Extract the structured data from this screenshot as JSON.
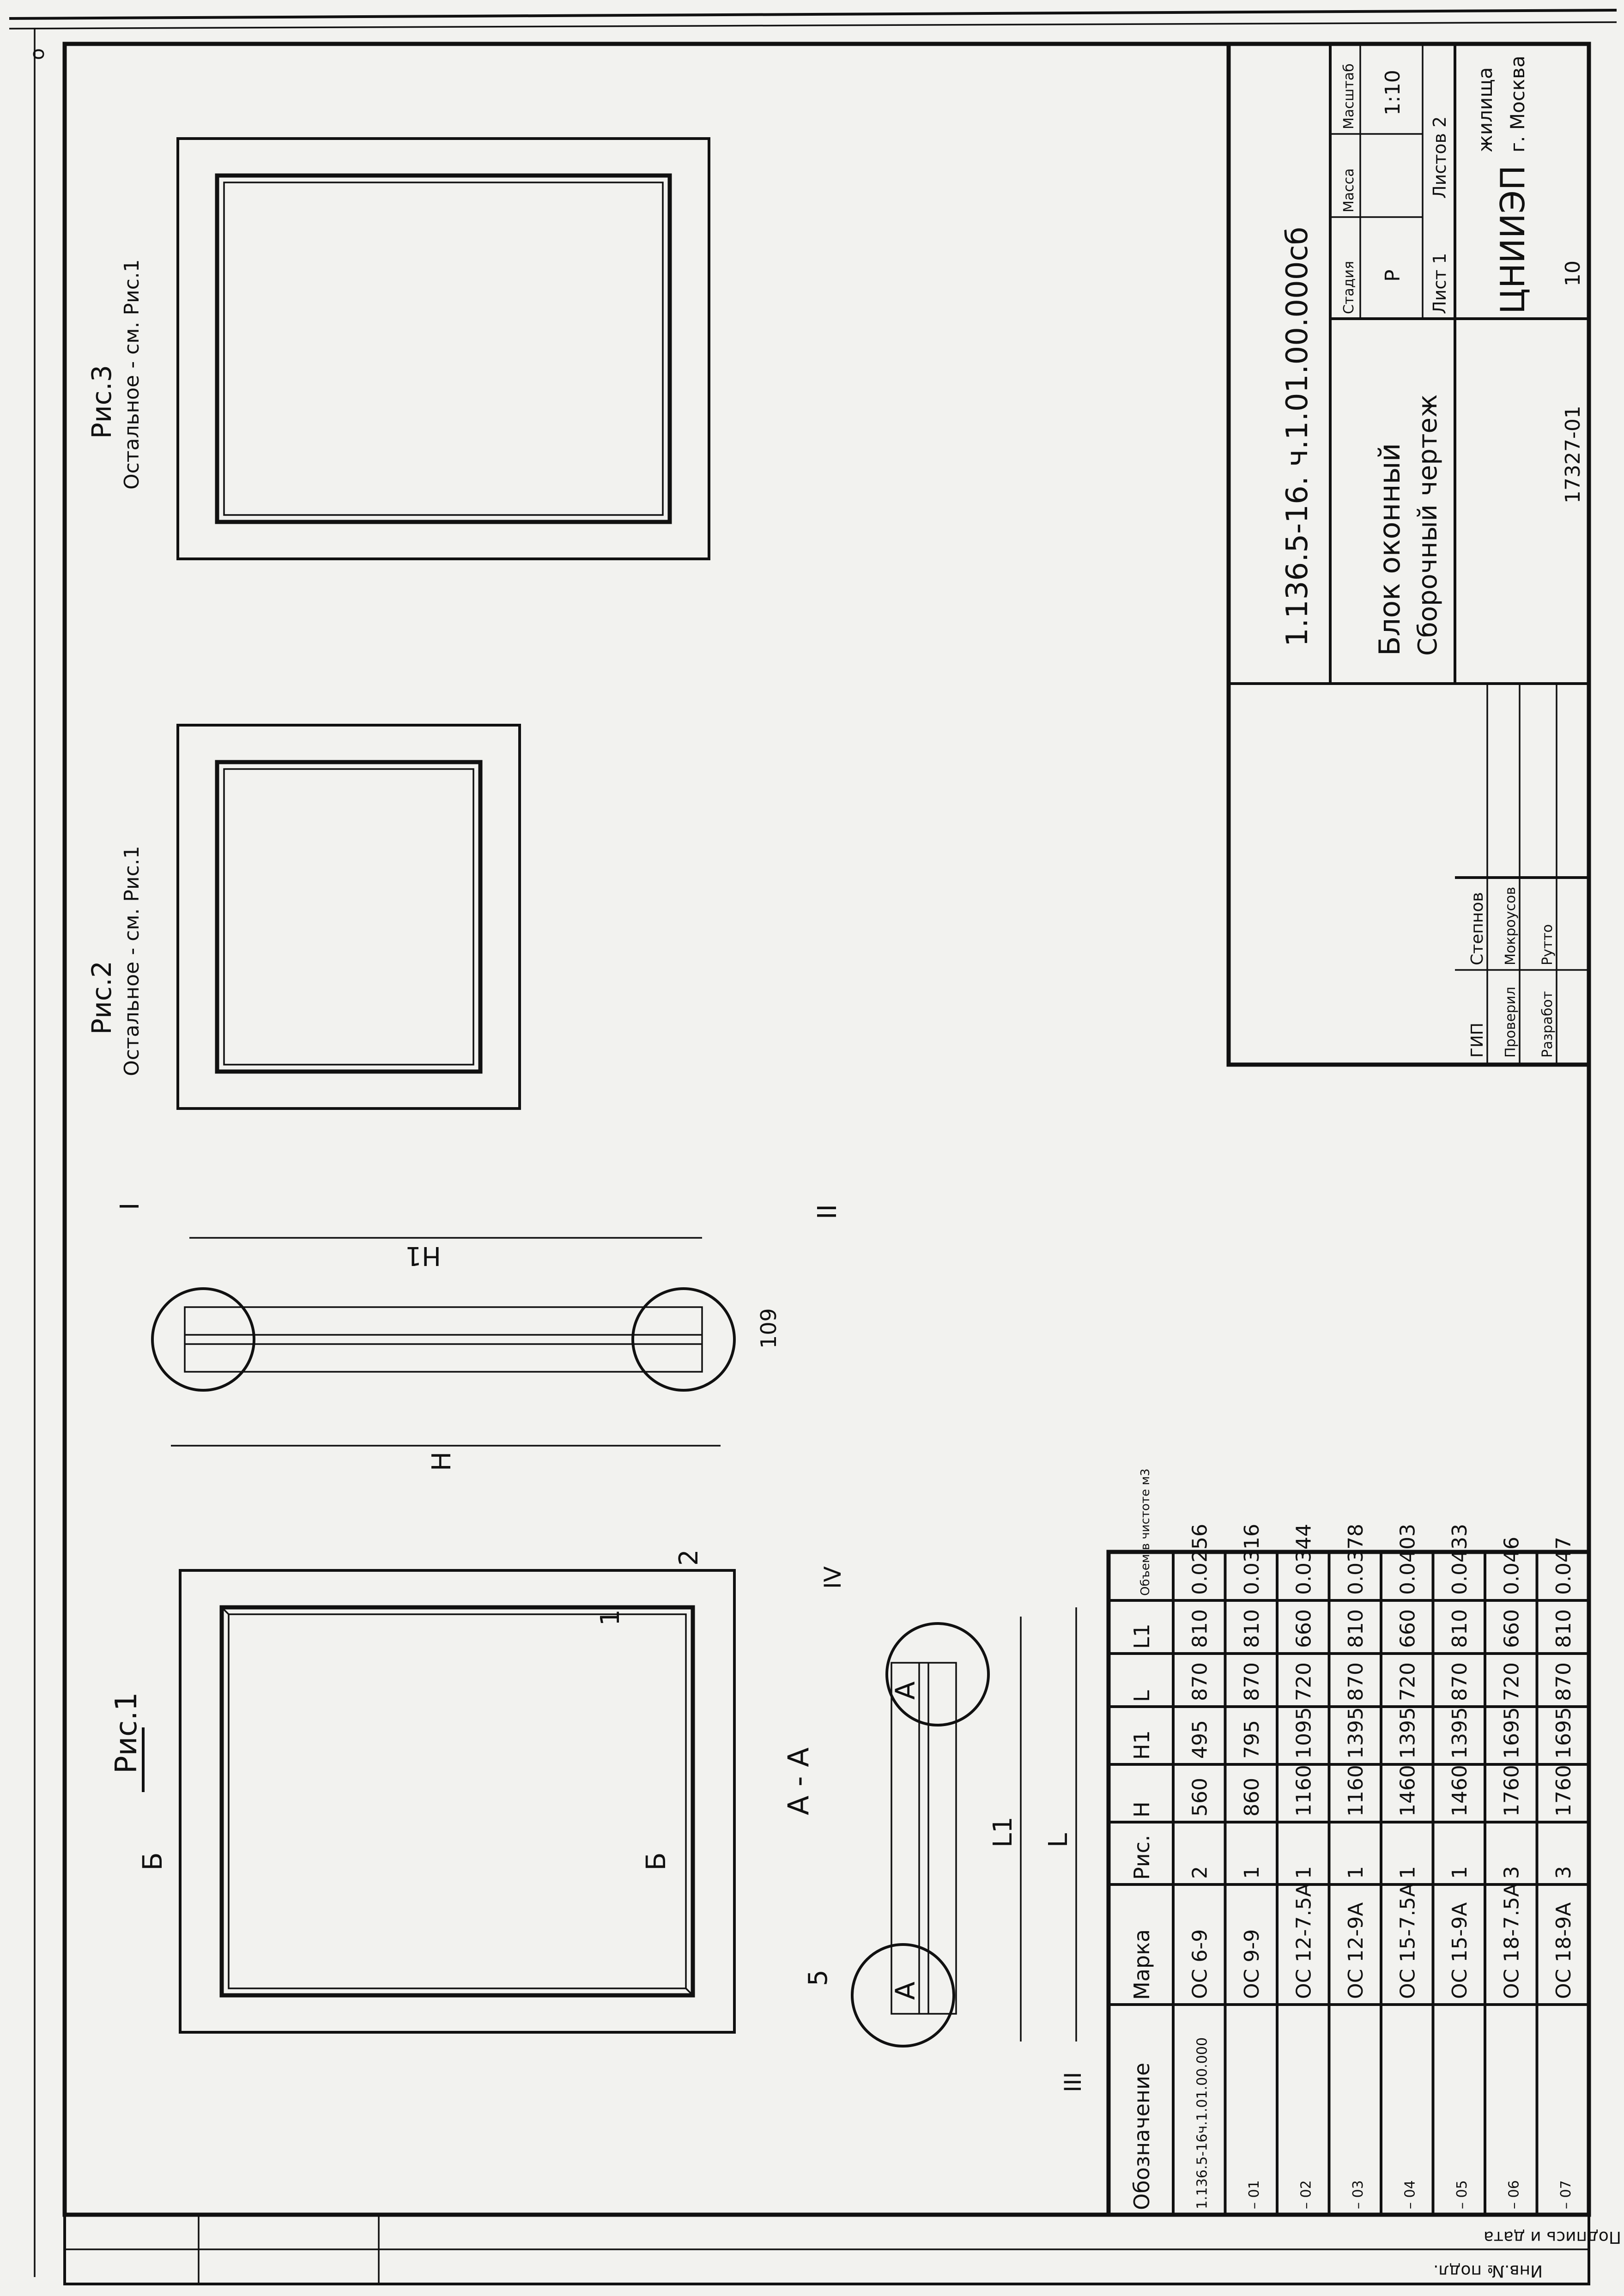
{
  "corner_mark": "о",
  "drawing_number": "1.136.5-16. ч.1.01.00.000сб",
  "title_line1": "Блок оконный",
  "title_line2": "Сборочный чертеж",
  "stamp": {
    "stage_header": "Стадия",
    "mass_header": "Масса",
    "scale_header": "Масштаб",
    "stage_value": "Р",
    "scale_value": "1:10",
    "sheet_label": "Лист 1",
    "sheets_label": "Листов 2",
    "org_name": "ЦНИИЭП",
    "org_suffix": "жилища",
    "org_city": "г. Москва"
  },
  "signatures": [
    {
      "role": "ГИП",
      "name": "Степнов"
    },
    {
      "role": "Проверил",
      "name": "Мокроусов"
    },
    {
      "role": "Разработ",
      "name": "Рутто"
    }
  ],
  "archive_number": "17327-01",
  "sheet_mark": "10",
  "left_strip": {
    "inv": "Инв.№ подл.",
    "sign_date": "Подпись и дата"
  },
  "figures": {
    "fig1_title": "Рис.1",
    "fig2_title": "Рис.2",
    "fig2_note": "Остальное - см. Рис.1",
    "fig3_title": "Рис.3",
    "fig3_note": "Остальное - см. Рис.1",
    "section_title": "А - А",
    "cut_a": "А",
    "cut_b": "Б",
    "pos1": "1",
    "pos2": "2",
    "pos5": "5",
    "node_I": "I",
    "node_II": "II",
    "node_III": "III",
    "node_IV": "IV",
    "dim_H": "H",
    "dim_H1": "H1",
    "dim_L": "L",
    "dim_L1": "L1",
    "dim_109": "109"
  },
  "spec_table": {
    "headers": [
      "Обозначение",
      "Марка",
      "Рис.",
      "H",
      "H1",
      "L",
      "L1",
      "Объем в чистоте м3"
    ],
    "rows": [
      [
        "1.136.5-16ч.1.01.00.000",
        "ОС 6-9",
        "2",
        "560",
        "495",
        "870",
        "810",
        "0.0256"
      ],
      [
        "– 01",
        "ОС 9-9",
        "1",
        "860",
        "795",
        "870",
        "810",
        "0.0316"
      ],
      [
        "– 02",
        "ОС 12-7.5А",
        "1",
        "1160",
        "1095",
        "720",
        "660",
        "0.0344"
      ],
      [
        "– 03",
        "ОС 12-9А",
        "1",
        "1160",
        "1395",
        "870",
        "810",
        "0.0378"
      ],
      [
        "– 04",
        "ОС 15-7.5А",
        "1",
        "1460",
        "1395",
        "720",
        "660",
        "0.0403"
      ],
      [
        "– 05",
        "ОС 15-9А",
        "1",
        "1460",
        "1395",
        "870",
        "810",
        "0.0433"
      ],
      [
        "– 06",
        "ОС 18-7.5А",
        "3",
        "1760",
        "1695",
        "720",
        "660",
        "0.046"
      ],
      [
        "– 07",
        "ОС 18-9А",
        "3",
        "1760",
        "1695",
        "870",
        "810",
        "0.047"
      ]
    ]
  }
}
